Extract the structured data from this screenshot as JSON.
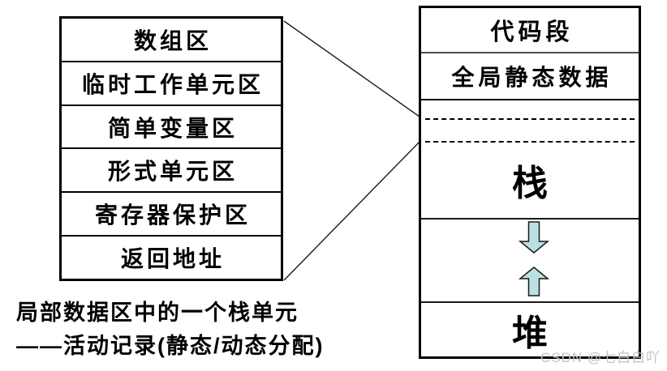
{
  "activation_record": {
    "rows": [
      "数组区",
      "临时工作单元区",
      "简单变量区",
      "形式单元区",
      "寄存器保护区",
      "返回地址"
    ]
  },
  "memory_layout": {
    "code_segment": "代码段",
    "global_static": "全局静态数据",
    "stack": "栈",
    "heap": "堆"
  },
  "caption": {
    "line1": "局部数据区中的一个栈单元",
    "line2": "——活动记录(静态/动态分配)"
  },
  "watermark": "CSDN @七白白吖",
  "colors": {
    "border": "#000000",
    "arrow_fill": "#bcdfe3",
    "arrow_stroke": "#1a1a1a",
    "connector": "#1a1a1a",
    "watermark": "#c3c3c3"
  }
}
